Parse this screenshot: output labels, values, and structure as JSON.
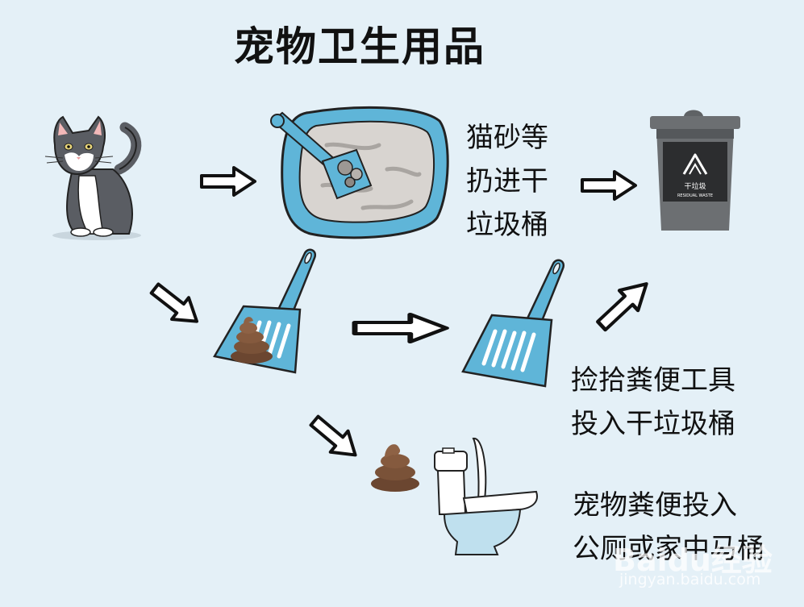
{
  "title": "宠物卫生用品",
  "captions": {
    "litter": [
      "猫砂等",
      "扔进干",
      "垃圾桶"
    ],
    "scoop": [
      "捡拾粪便工具",
      "投入干垃圾桶"
    ],
    "toilet": [
      "宠物粪便投入",
      "公厕或家中马桶"
    ]
  },
  "bin": {
    "label": "干垃圾",
    "sublabel": "RESIDUAL WASTE"
  },
  "watermark": {
    "logo": "Baidu经验",
    "url": "jingyan.baidu.com"
  },
  "colors": {
    "background": "#e4f0f7",
    "plastic_blue": "#5fb5d8",
    "poop_brown": "#7a5238",
    "bin_gray": "#6c6f72"
  },
  "icons": [
    "cat-illustration",
    "litter-box-icon",
    "litter-scoop-with-poop-icon",
    "empty-litter-scoop-icon",
    "poop-icon",
    "toilet-icon",
    "trash-bin-icon",
    "arrow-icon"
  ]
}
